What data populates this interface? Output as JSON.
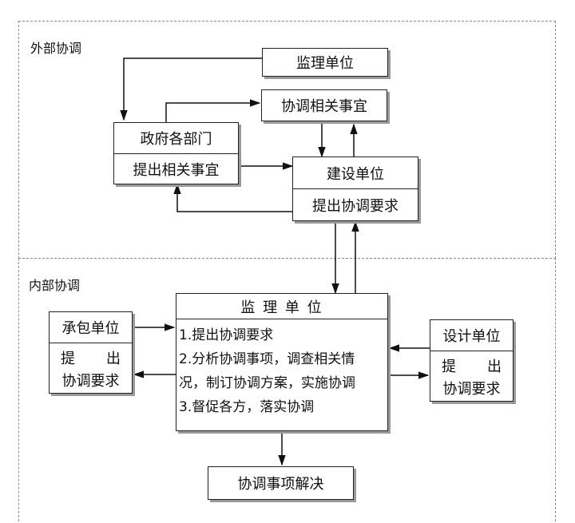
{
  "sections": {
    "external_label": "外部协调",
    "internal_label": "内部协调"
  },
  "nodes": {
    "supervisor_top": "监理单位",
    "coord_matters": "协调相关事宜",
    "government": {
      "title": "政府各部门",
      "action": "提出相关事宜"
    },
    "construction": {
      "title": "建设单位",
      "action": "提出协调要求"
    },
    "supervisor_main": {
      "title": "监 理 单 位",
      "lines": [
        "1.提出协调要求",
        "2.分析协调事项，调查相关情",
        "况，制订协调方案，实施协调",
        "3.督促各方，落实协调"
      ]
    },
    "contractor": {
      "title": "承包单位",
      "action_a": "提",
      "action_b": "出",
      "action_c": "协调要求"
    },
    "designer": {
      "title": "设计单位",
      "action_a": "提",
      "action_b": "出",
      "action_c": "协调要求"
    },
    "resolved": "协调事项解决"
  }
}
